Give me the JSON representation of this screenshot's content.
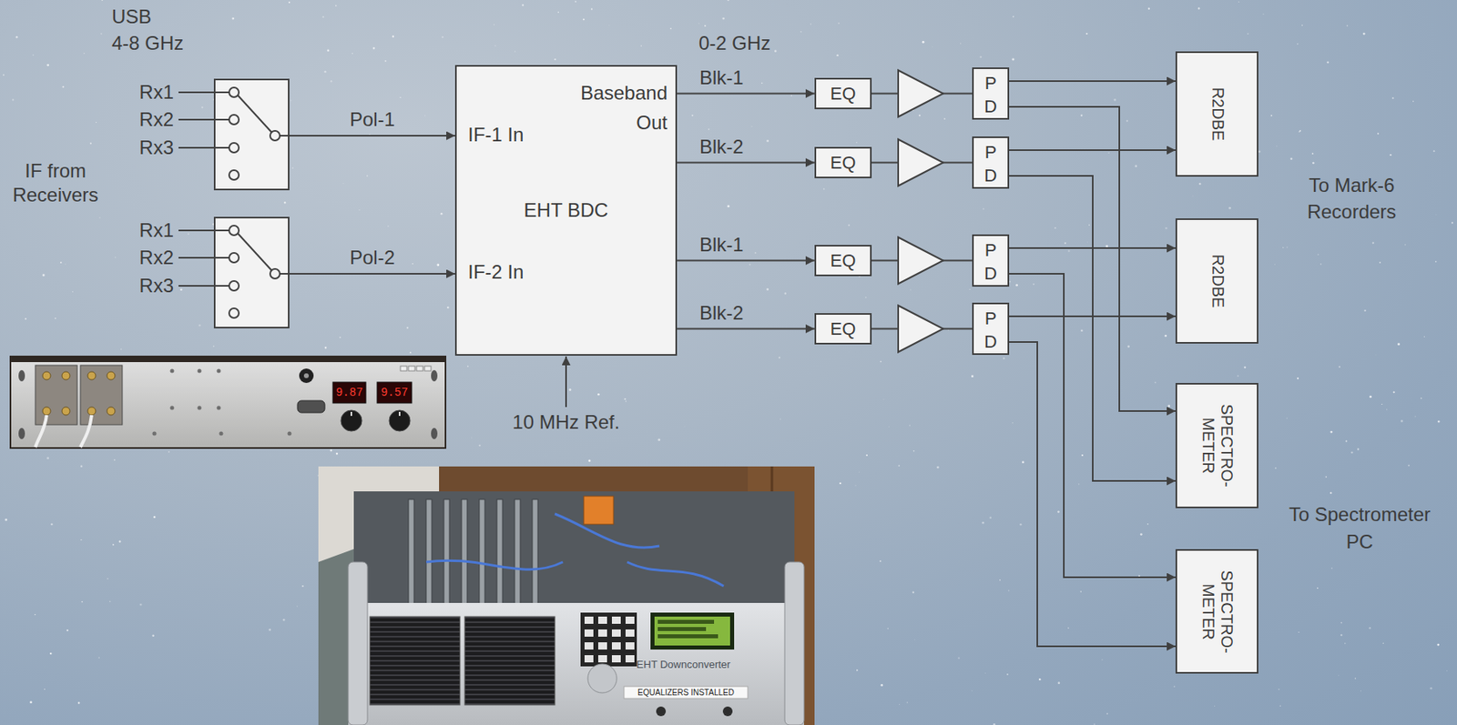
{
  "diagram": {
    "nodes": [
      {
        "text": [
          "Rx1",
          "Rx2",
          "Rx3"
        ]
      },
      {
        "text": [
          "Rx1",
          "Rx2",
          "Rx3"
        ]
      },
      {
        "text": [
          "Baseband Out",
          "IF-1 In",
          "EHT BDC",
          "IF-2 In"
        ]
      },
      {
        "text": [
          "EQ"
        ]
      },
      {
        "text": [
          "EQ"
        ]
      },
      {
        "text": [
          "EQ"
        ]
      },
      {
        "text": [
          "EQ"
        ]
      },
      {
        "text": [
          "P",
          "D"
        ]
      },
      {
        "text": [
          "P",
          "D"
        ]
      },
      {
        "text": [
          "P",
          "D"
        ]
      },
      {
        "text": [
          "P",
          "D"
        ]
      },
      {
        "text": [
          "R2DBE"
        ]
      },
      {
        "text": [
          "R2DBE"
        ]
      },
      {
        "text": [
          "SPECTRO- METER"
        ]
      },
      {
        "text": [
          "SPECTRO- METER"
        ]
      }
    ],
    "edges": [
      {
        "from": 0,
        "to": 2,
        "arrow": "to",
        "label": "Pol-1"
      },
      {
        "from": 1,
        "to": 2,
        "arrow": "to",
        "label": "Pol-2"
      },
      {
        "from": 2,
        "to": 3,
        "arrow": "to",
        "label": "Blk-1"
      },
      {
        "from": 2,
        "to": 4,
        "arrow": "to",
        "label": "Blk-2"
      },
      {
        "from": 2,
        "to": 5,
        "arrow": "to",
        "label": "Blk-1"
      },
      {
        "from": 2,
        "to": 6,
        "arrow": "to",
        "label": "Blk-2"
      },
      {
        "from": 3,
        "to": 7,
        "arrow": "none"
      },
      {
        "from": 4,
        "to": 8,
        "arrow": "none"
      },
      {
        "from": 5,
        "to": 9,
        "arrow": "none"
      },
      {
        "from": 6,
        "to": 10,
        "arrow": "none"
      },
      {
        "from": 7,
        "to": 11,
        "arrow": "to"
      },
      {
        "from": 8,
        "to": 11,
        "arrow": "to"
      },
      {
        "from": 9,
        "to": 12,
        "arrow": "to"
      },
      {
        "from": 10,
        "to": 12,
        "arrow": "to"
      },
      {
        "from": 7,
        "to": 13,
        "arrow": "to"
      },
      {
        "from": 8,
        "to": 13,
        "arrow": "to"
      },
      {
        "from": 9,
        "to": 14,
        "arrow": "to"
      },
      {
        "from": 10,
        "to": 14,
        "arrow": "to"
      }
    ],
    "labels": [
      "USB",
      "4-8 GHz",
      "IF from Receivers",
      "0-2 GHz",
      "10 MHz Ref.",
      "To Mark-6 Recorders",
      "To Spectrometer PC",
      "9.87",
      "9.57",
      "EHT Downconverter",
      "EQUALIZERS INSTALLED"
    ]
  }
}
